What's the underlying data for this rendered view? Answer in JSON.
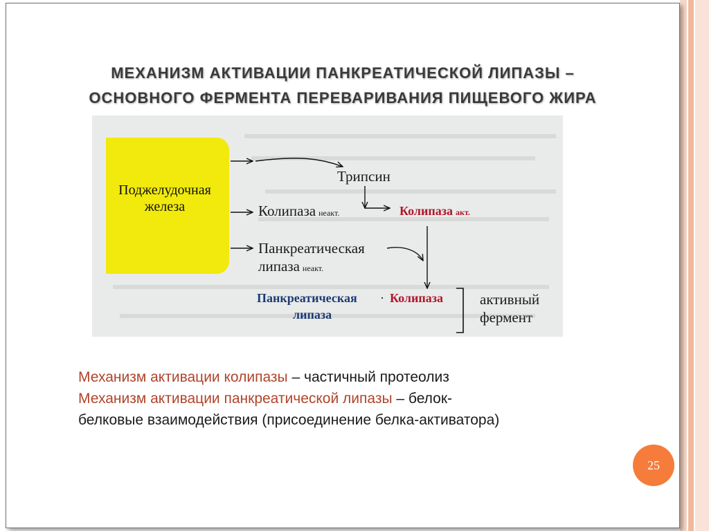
{
  "slide": {
    "title_line1": "МЕХАНИЗМ АКТИВАЦИИ ПАНКРЕАТИЧЕСКОЙ ЛИПАЗЫ –",
    "title_line2": "ОСНОВНОГО ФЕРМЕНТА ПЕРЕВАРИВАНИЯ ПИЩЕВОГО ЖИРА",
    "page_number": "25"
  },
  "diagram": {
    "gland_label": "Поджелудочная железа",
    "trypsin": "Трипсин",
    "colipase_inactive": "Колипаза",
    "inactive_sub": "неакт.",
    "colipase_active": "Колипаза",
    "active_sub": "акт.",
    "lipase_inactive_line1": "Панкреатическая",
    "lipase_inactive_line2": "липаза",
    "complex_lipase_line1": "Панкреатическая",
    "complex_lipase_line2": "липаза",
    "complex_dot": "·",
    "complex_colipase": "Колипаза",
    "active_enzyme_line1": "активный",
    "active_enzyme_line2": "фермент"
  },
  "notes": {
    "line1_accent": "Механизм активации колипазы",
    "line1_rest": " – частичный протеолиз",
    "line2_accent": "Механизм активации панкреатической липазы",
    "line2_rest": " – белок-",
    "line3": "белковые взаимодействия (присоединение белка-активатора)"
  },
  "colors": {
    "gland_fill": "#f1ea0c",
    "active_red": "#b0152b",
    "complex_blue": "#1d3b73",
    "caption_accent": "#b0442a",
    "badge_orange": "#f57c3b"
  }
}
